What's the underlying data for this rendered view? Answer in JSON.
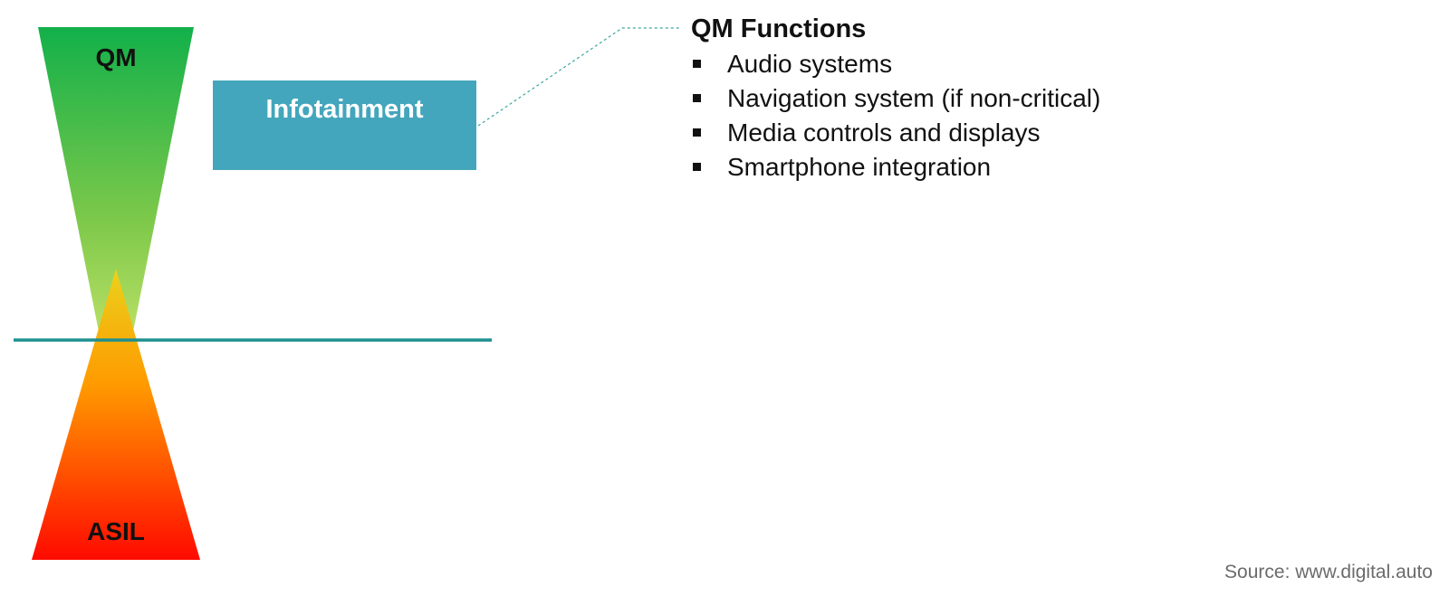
{
  "diagram": {
    "top_label": "QM",
    "bottom_label": "ASIL",
    "box_label": "Infotainment",
    "colors": {
      "qm_top": "#12b04a",
      "qm_mid": "#7ec94a",
      "qm_tip": "#e4f07a",
      "asil_top": "#ead21c",
      "asil_mid": "#ff9a00",
      "asil_bottom": "#ff0a00",
      "divider": "#1f8f8f",
      "box": "#44a6bc",
      "connector": "#3aa6a0"
    }
  },
  "functions": {
    "title": "QM Functions",
    "items": [
      "Audio systems",
      "Navigation system (if non-critical)",
      "Media controls and displays",
      "Smartphone integration"
    ]
  },
  "source": "Source: www.digital.auto"
}
